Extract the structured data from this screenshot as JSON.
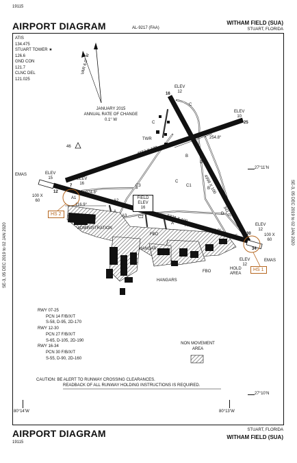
{
  "header": {
    "procedure_number": "19115",
    "title": "AIRPORT DIAGRAM",
    "chart_id": "AL-9217 (FAA)",
    "airport_name": "WITHAM FIELD (SUA)",
    "city": "STUART, FLORIDA"
  },
  "footer": {
    "procedure_number": "19115",
    "title": "AIRPORT DIAGRAM",
    "city": "STUART, FLORIDA",
    "airport_name": "WITHAM FIELD (SUA)"
  },
  "frequencies": [
    {
      "label": "ATIS",
      "value": "134.475"
    },
    {
      "label": "STUART TOWER ★",
      "value": "126.6"
    },
    {
      "label": "GND CON",
      "value": "121.7"
    },
    {
      "label": "CLNC DEL",
      "value": "121.025"
    }
  ],
  "variation": {
    "line1": "JANUARY 2015",
    "line2": "ANNUAL RATE OF CHANGE",
    "line3": "0.1° W",
    "var_label": "VAR 6.0° W"
  },
  "side_labels": {
    "left": "SE-3, 05 DEC 2019  to  02 JAN 2020",
    "right": "SE-3, 05 DEC 2019  to  02 JAN 2020"
  },
  "coordinates": {
    "lat_north": "27°11’N",
    "lat_south": "27°10’N",
    "lon_west": "80°14’W",
    "lon_east": "80°13’W"
  },
  "runways": [
    {
      "dims": "4652 X 100",
      "bearing": "254.8°"
    },
    {
      "dims": "5828 X 100",
      "bearing1": "116.9°",
      "bearing2": "296.9°"
    },
    {
      "dims": "4998 X 100",
      "bearing1": "161.0°",
      "bearing2": "341.0°"
    }
  ],
  "runway_ends": [
    "7",
    "25",
    "12",
    "30",
    "16",
    "34"
  ],
  "labels": {
    "elev_12_top": "ELEV\n12",
    "elev_10": "ELEV\n10",
    "elev_15": "ELEV\n15",
    "elev_16": "ELEV\n16",
    "elev_12_right": "ELEV\n12",
    "elev_12_se": "ELEV\n12",
    "field_elev": "FIELD\nELEV\n16",
    "twr": "TWR",
    "obstacle": "46",
    "emas_left": "EMAS",
    "emas_right": "EMAS",
    "size_left": "100 X\n60",
    "size_right": "100 X\n60",
    "hs2": "HS 2",
    "hs1": "HS 1",
    "hold_area": "HOLD\nAREA",
    "administration": "ADMINISTRATION",
    "fbo1": "FBO",
    "fbo2": "FBO",
    "hangar": "HANGAR",
    "hangars": "HANGARS",
    "bearing_074": "074.8°",
    "non_movement": "NON MOVEMENT\nAREA"
  },
  "taxiways": [
    "C",
    "C",
    "C",
    "B",
    "B",
    "D",
    "D",
    "A",
    "A",
    "A3",
    "A1",
    "C3",
    "C2",
    "C1",
    "A2",
    "A4",
    "A5"
  ],
  "runway_info": [
    {
      "rwy": "RWY 07-25",
      "pcn": "PCN 14 F/B/X/T",
      "strength": "S-58, D-95, 2D-170"
    },
    {
      "rwy": "RWY 12-30",
      "pcn": "PCN 27 F/B/X/T",
      "strength": "S-65, D-105, 2D-190"
    },
    {
      "rwy": "RWY 16-34",
      "pcn": "PCN 30 F/B/X/T",
      "strength": "S-55, D-90, 2D-160"
    }
  ],
  "caution": {
    "line1": "CAUTION: BE ALERT TO RUNWAY CROSSING CLEARANCES.",
    "line2": "READBACK OF ALL RUNWAY HOLDING INSTRUCTIONS IS REQUIRED."
  },
  "colors": {
    "ink": "#111111",
    "hotspot": "#b5651d",
    "apron_hatch": "#777777"
  }
}
